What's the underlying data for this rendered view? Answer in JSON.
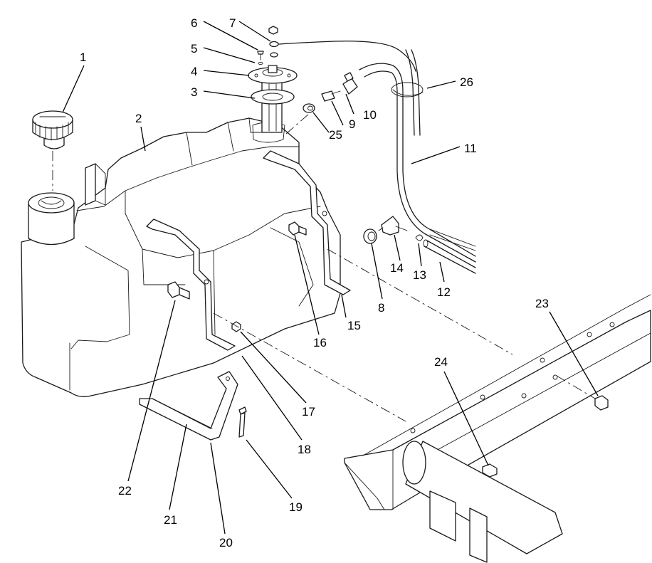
{
  "callouts": [
    {
      "id": "1",
      "text": "1"
    },
    {
      "id": "2",
      "text": "2"
    },
    {
      "id": "3",
      "text": "3"
    },
    {
      "id": "4",
      "text": "4"
    },
    {
      "id": "5",
      "text": "5"
    },
    {
      "id": "6",
      "text": "6"
    },
    {
      "id": "7",
      "text": "7"
    },
    {
      "id": "8",
      "text": "8"
    },
    {
      "id": "9",
      "text": "9"
    },
    {
      "id": "10",
      "text": "10"
    },
    {
      "id": "11",
      "text": "11"
    },
    {
      "id": "12",
      "text": "12"
    },
    {
      "id": "13",
      "text": "13"
    },
    {
      "id": "14",
      "text": "14"
    },
    {
      "id": "15",
      "text": "15"
    },
    {
      "id": "16",
      "text": "16"
    },
    {
      "id": "17",
      "text": "17"
    },
    {
      "id": "18",
      "text": "18"
    },
    {
      "id": "19",
      "text": "19"
    },
    {
      "id": "20",
      "text": "20"
    },
    {
      "id": "21",
      "text": "21"
    },
    {
      "id": "22",
      "text": "22"
    },
    {
      "id": "23",
      "text": "23"
    },
    {
      "id": "24",
      "text": "24"
    },
    {
      "id": "25",
      "text": "25"
    },
    {
      "id": "26",
      "text": "26"
    }
  ]
}
